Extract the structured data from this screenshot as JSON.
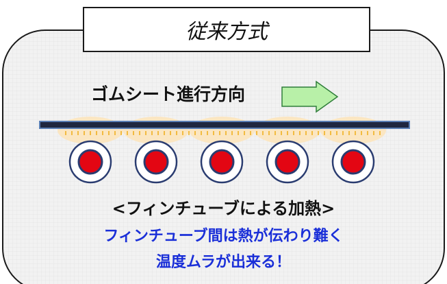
{
  "title": "従来方式",
  "direction_label": "ゴムシート進行方向",
  "caption_heating": "<フィンチューブによる加熱>",
  "caption_note_line1": "フィンチューブ間は熱が伝わり難く",
  "caption_note_line2": "温度ムラが出来る！",
  "colors": {
    "panel_bg": "#f2f2f2",
    "grid": "#dcdcdc",
    "sheet": "#1f2740",
    "sheet_outline": "#5a7fb5",
    "arrow_fill": "#b8f0a8",
    "arrow_stroke": "#2f7d3a",
    "heat_glow": "#fbe6c2",
    "heat_dot": "#f0b020",
    "tube_outer": "#2a3c70",
    "tube_core": "#e30613",
    "note_text": "#1a2fd8"
  },
  "tube_count": 5,
  "icons": {
    "arrow": "right-arrow-icon",
    "tube": "fin-tube-icon"
  }
}
